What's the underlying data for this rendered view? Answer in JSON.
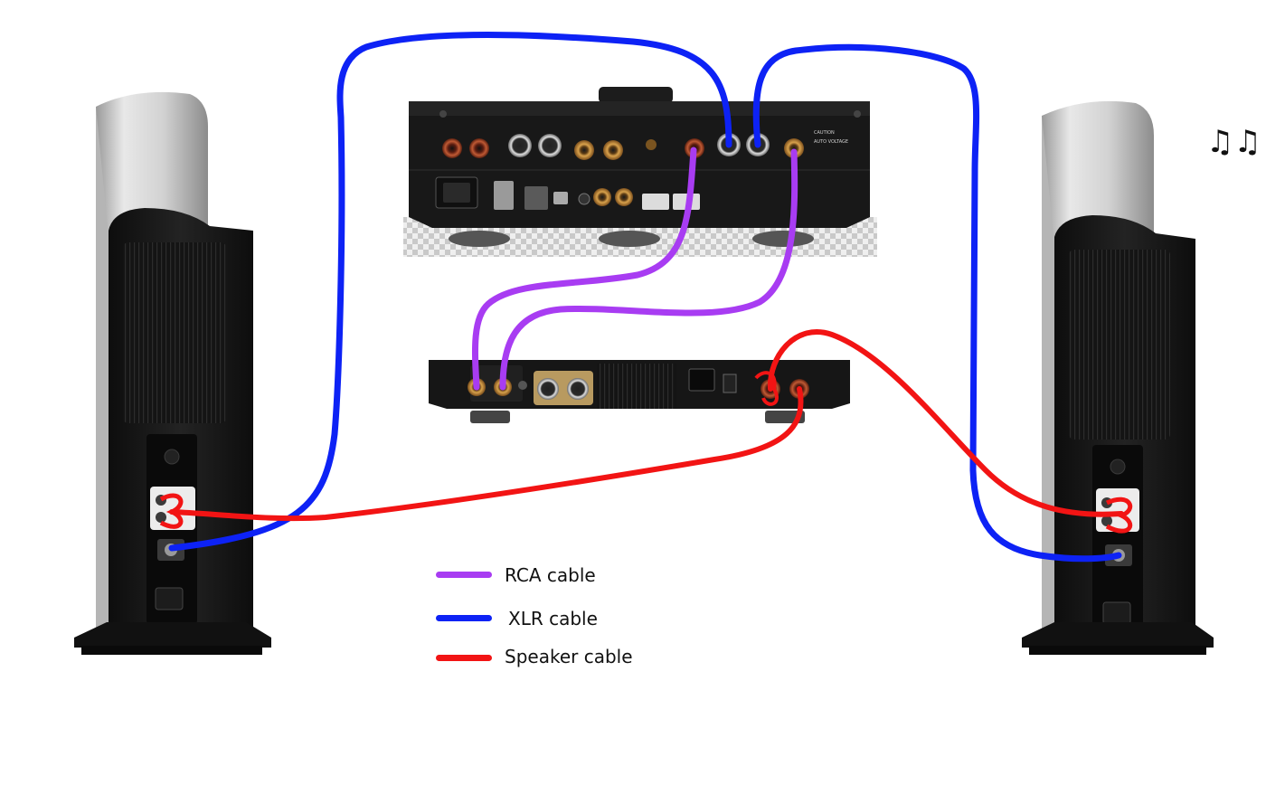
{
  "legend": [
    {
      "id": "rca",
      "label": "RCA cable",
      "color": "#a83cf2"
    },
    {
      "id": "xlr",
      "label": "XLR cable",
      "color": "#0d22f5"
    },
    {
      "id": "speaker",
      "label": "Speaker cable",
      "color": "#f21414"
    }
  ],
  "devices": {
    "left_speaker": "left-speaker",
    "right_speaker": "right-speaker",
    "source": "streamer-preamp",
    "amplifier": "power-amplifier"
  },
  "decoration": {
    "music_notes": "♫♫"
  },
  "colors": {
    "chassis": "#1a1a1a",
    "speaker_silver": "#d9d9d9",
    "gold": "#c99b4a",
    "copper": "#b05a2a"
  }
}
